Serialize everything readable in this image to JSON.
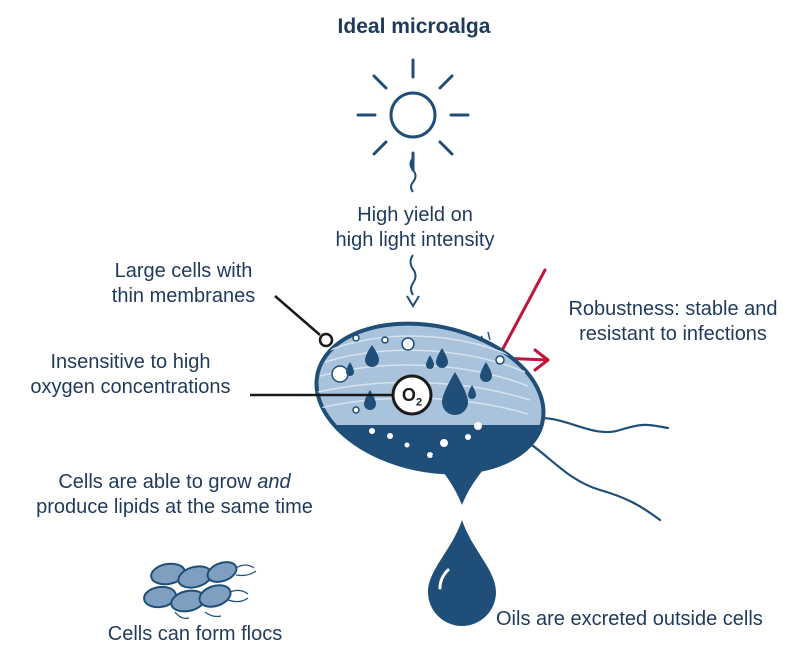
{
  "title": "Ideal microalga",
  "labels": {
    "yield_line1": "High yield on",
    "yield_line2": "high light intensity",
    "large_line1": "Large cells with",
    "large_line2": "thin membranes",
    "oxygen_line1": "Insensitive to high",
    "oxygen_line2": "oxygen concentrations",
    "robust_line1": "Robustness: stable and",
    "robust_line2": "resistant to infections",
    "grow_line1_pre": "Cells are able to grow ",
    "grow_line1_em": "and",
    "grow_line2": "produce lipids at the same time",
    "flocs": "Cells can form flocs",
    "oils": "Oils are excreted outside cells",
    "o2_symbol": "O",
    "o2_subscript": "2"
  },
  "colors": {
    "primary": "#1f4e79",
    "light_fill": "#a9c3dc",
    "text": "#1f3a5c",
    "accent_red": "#c0143c"
  }
}
